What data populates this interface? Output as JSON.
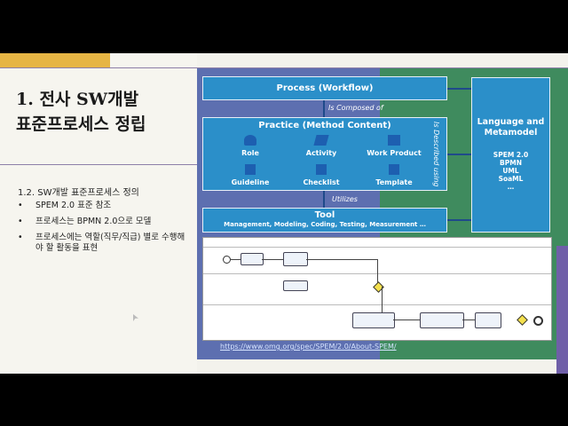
{
  "slide": {
    "title_line1": "1. 전사 SW개발",
    "title_line2": "표준프로세스 정립",
    "subtitle": "1.2. SW개발 표준프로세스 정의",
    "bullets": [
      "SPEM 2.0 표준 참조",
      "프로세스는 BPMN 2.0으로 모델",
      "프로세스에는 역할(직무/직급) 별로 수행해야 할 활동을 표현"
    ]
  },
  "diagram": {
    "process": "Process (Workflow)",
    "composed": "Is Composed of",
    "practice_title": "Practice (Method Content)",
    "elements": [
      "Role",
      "Activity",
      "Work Product",
      "Guideline",
      "Checklist",
      "Template"
    ],
    "utilizes": "Utilizes",
    "tool_title": "Tool",
    "tool_desc": "Management, Modeling, Coding, Testing, Measurement …",
    "described": "Is Described using",
    "language_title": "Language and Metamodel",
    "language_items": [
      "SPEM 2.0",
      "BPMN",
      "UML",
      "SoaML",
      "…"
    ],
    "url": "https://www.omg.org/spec/SPEM/2.0/About-SPEM/"
  },
  "colors": {
    "accent": "#e6b544",
    "box": "#2b8fc9",
    "purple": "#5d6fb0",
    "green": "#3f8b5e"
  }
}
